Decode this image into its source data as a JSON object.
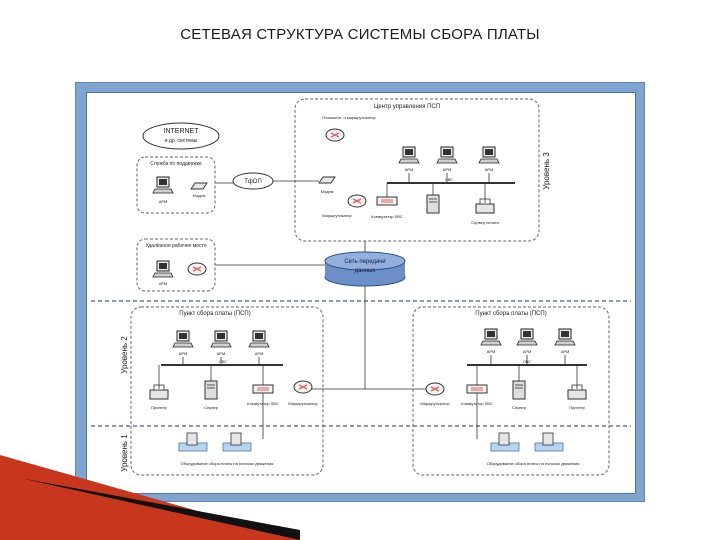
{
  "slide": {
    "title": "СЕТЕВАЯ СТРУКТУРА СИСТЕМЫ СБОРА ПЛАТЫ"
  },
  "levels": {
    "level3": "Уровень 3",
    "level2": "Уровень 2",
    "level1": "Уровень 1"
  },
  "center": {
    "title": "Центр управления ПСП",
    "router_top": "Планшетн. и маршрутизатор",
    "ws_labels": [
      "АРМ",
      "АРМ",
      "АРМ"
    ],
    "switch_label": "ЛВС",
    "router_label": "Маршрутизатор",
    "switch2_label": "Коммутатор ЛВС",
    "printer_label": "Сервер печати",
    "modem_label": "Модем"
  },
  "left": {
    "internet_line1": "INTERNET",
    "internet_line2": "и др. системы",
    "service_title": "Служба по поддержке",
    "service_ws": "АРМ",
    "service_modem": "Модем",
    "pstn": "ТфОП",
    "remote_title": "Удалённое рабочее место",
    "remote_ws": "АРМ"
  },
  "network": {
    "line1": "Сеть передачи",
    "line2": "данных"
  },
  "point_left": {
    "title": "Пункт сбора платы (ПСП)",
    "ws_labels": [
      "АРМ",
      "АРМ",
      "АРМ"
    ],
    "switch_label": "ЛВС",
    "printer_label": "Принтер",
    "server_label": "Сервер",
    "switch2_label": "Коммутатор ЛВС",
    "router_label": "Маршрутизатор",
    "equipment_label": "Оборудование сбора платы на полосах движения"
  },
  "point_right": {
    "title": "Пункт сбора платы (ПСП)",
    "ws_labels": [
      "АРМ",
      "АРМ",
      "АРМ"
    ],
    "switch_label": "ЛВС",
    "router_label": "Маршрутизатор",
    "switch2_label": "Коммутатор ЛВС",
    "server_label": "Сервер",
    "printer_label": "Принтер",
    "equipment_label": "Оборудование сбора платы на полосах движения"
  },
  "colors": {
    "frame": "#7fa4cf",
    "group_border": "#666666",
    "router": "#e36060",
    "network_cloud": "#6d8fc7",
    "deco_red": "#c9361e",
    "deco_dark": "#111111"
  }
}
